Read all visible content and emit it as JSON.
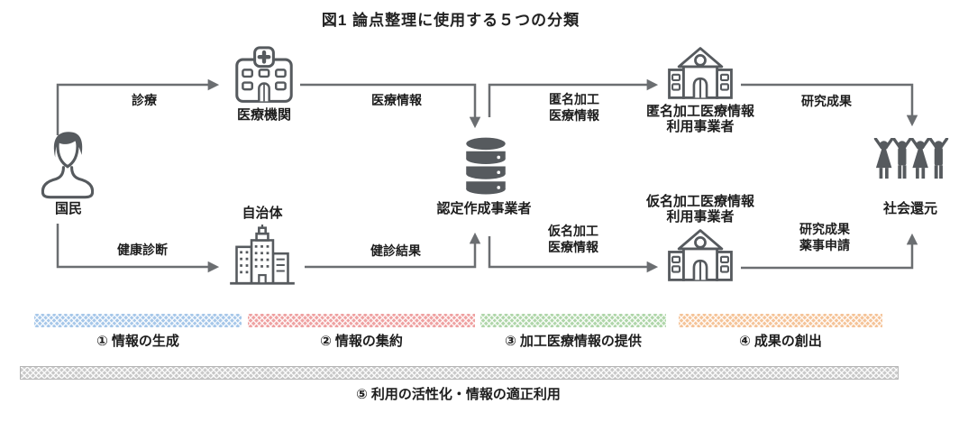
{
  "title": "図1 論点整理に使用する５つの分類",
  "nodes": {
    "citizen": "国民",
    "medical_institution": "医療機関",
    "municipality": "自治体",
    "certified_operator": "認定作成事業者",
    "anonymized_user_line1": "匿名加工医療情報",
    "anonymized_user_line2": "利用事業者",
    "pseudonymized_user_line1": "仮名加工医療情報",
    "pseudonymized_user_line2": "利用事業者",
    "society": "社会還元"
  },
  "flows": {
    "treatment": "診療",
    "health_checkup": "健康診断",
    "medical_info": "医療情報",
    "checkup_results": "健診結果",
    "anonymized_line1": "匿名加工",
    "anonymized_line2": "医療情報",
    "pseudonymized_line1": "仮名加工",
    "pseudonymized_line2": "医療情報",
    "research_results": "研究成果",
    "research_results2_line1": "研究成果",
    "research_results2_line2": "薬事申請"
  },
  "phases": [
    {
      "label": "① 情報の生成",
      "color": "#a6c7e9"
    },
    {
      "label": "② 情報の集約",
      "color": "#efa1a1"
    },
    {
      "label": "③ 加工医療情報の提供",
      "color": "#afd6a9"
    },
    {
      "label": "④ 成果の創出",
      "color": "#f5c397"
    },
    {
      "label": "⑤ 利用の活性化・情報の適正利用",
      "color": "#c9c9c9"
    }
  ],
  "colors": {
    "line": "#6b6e71",
    "icon": "#565a5e",
    "text": "#1d1d1d"
  }
}
